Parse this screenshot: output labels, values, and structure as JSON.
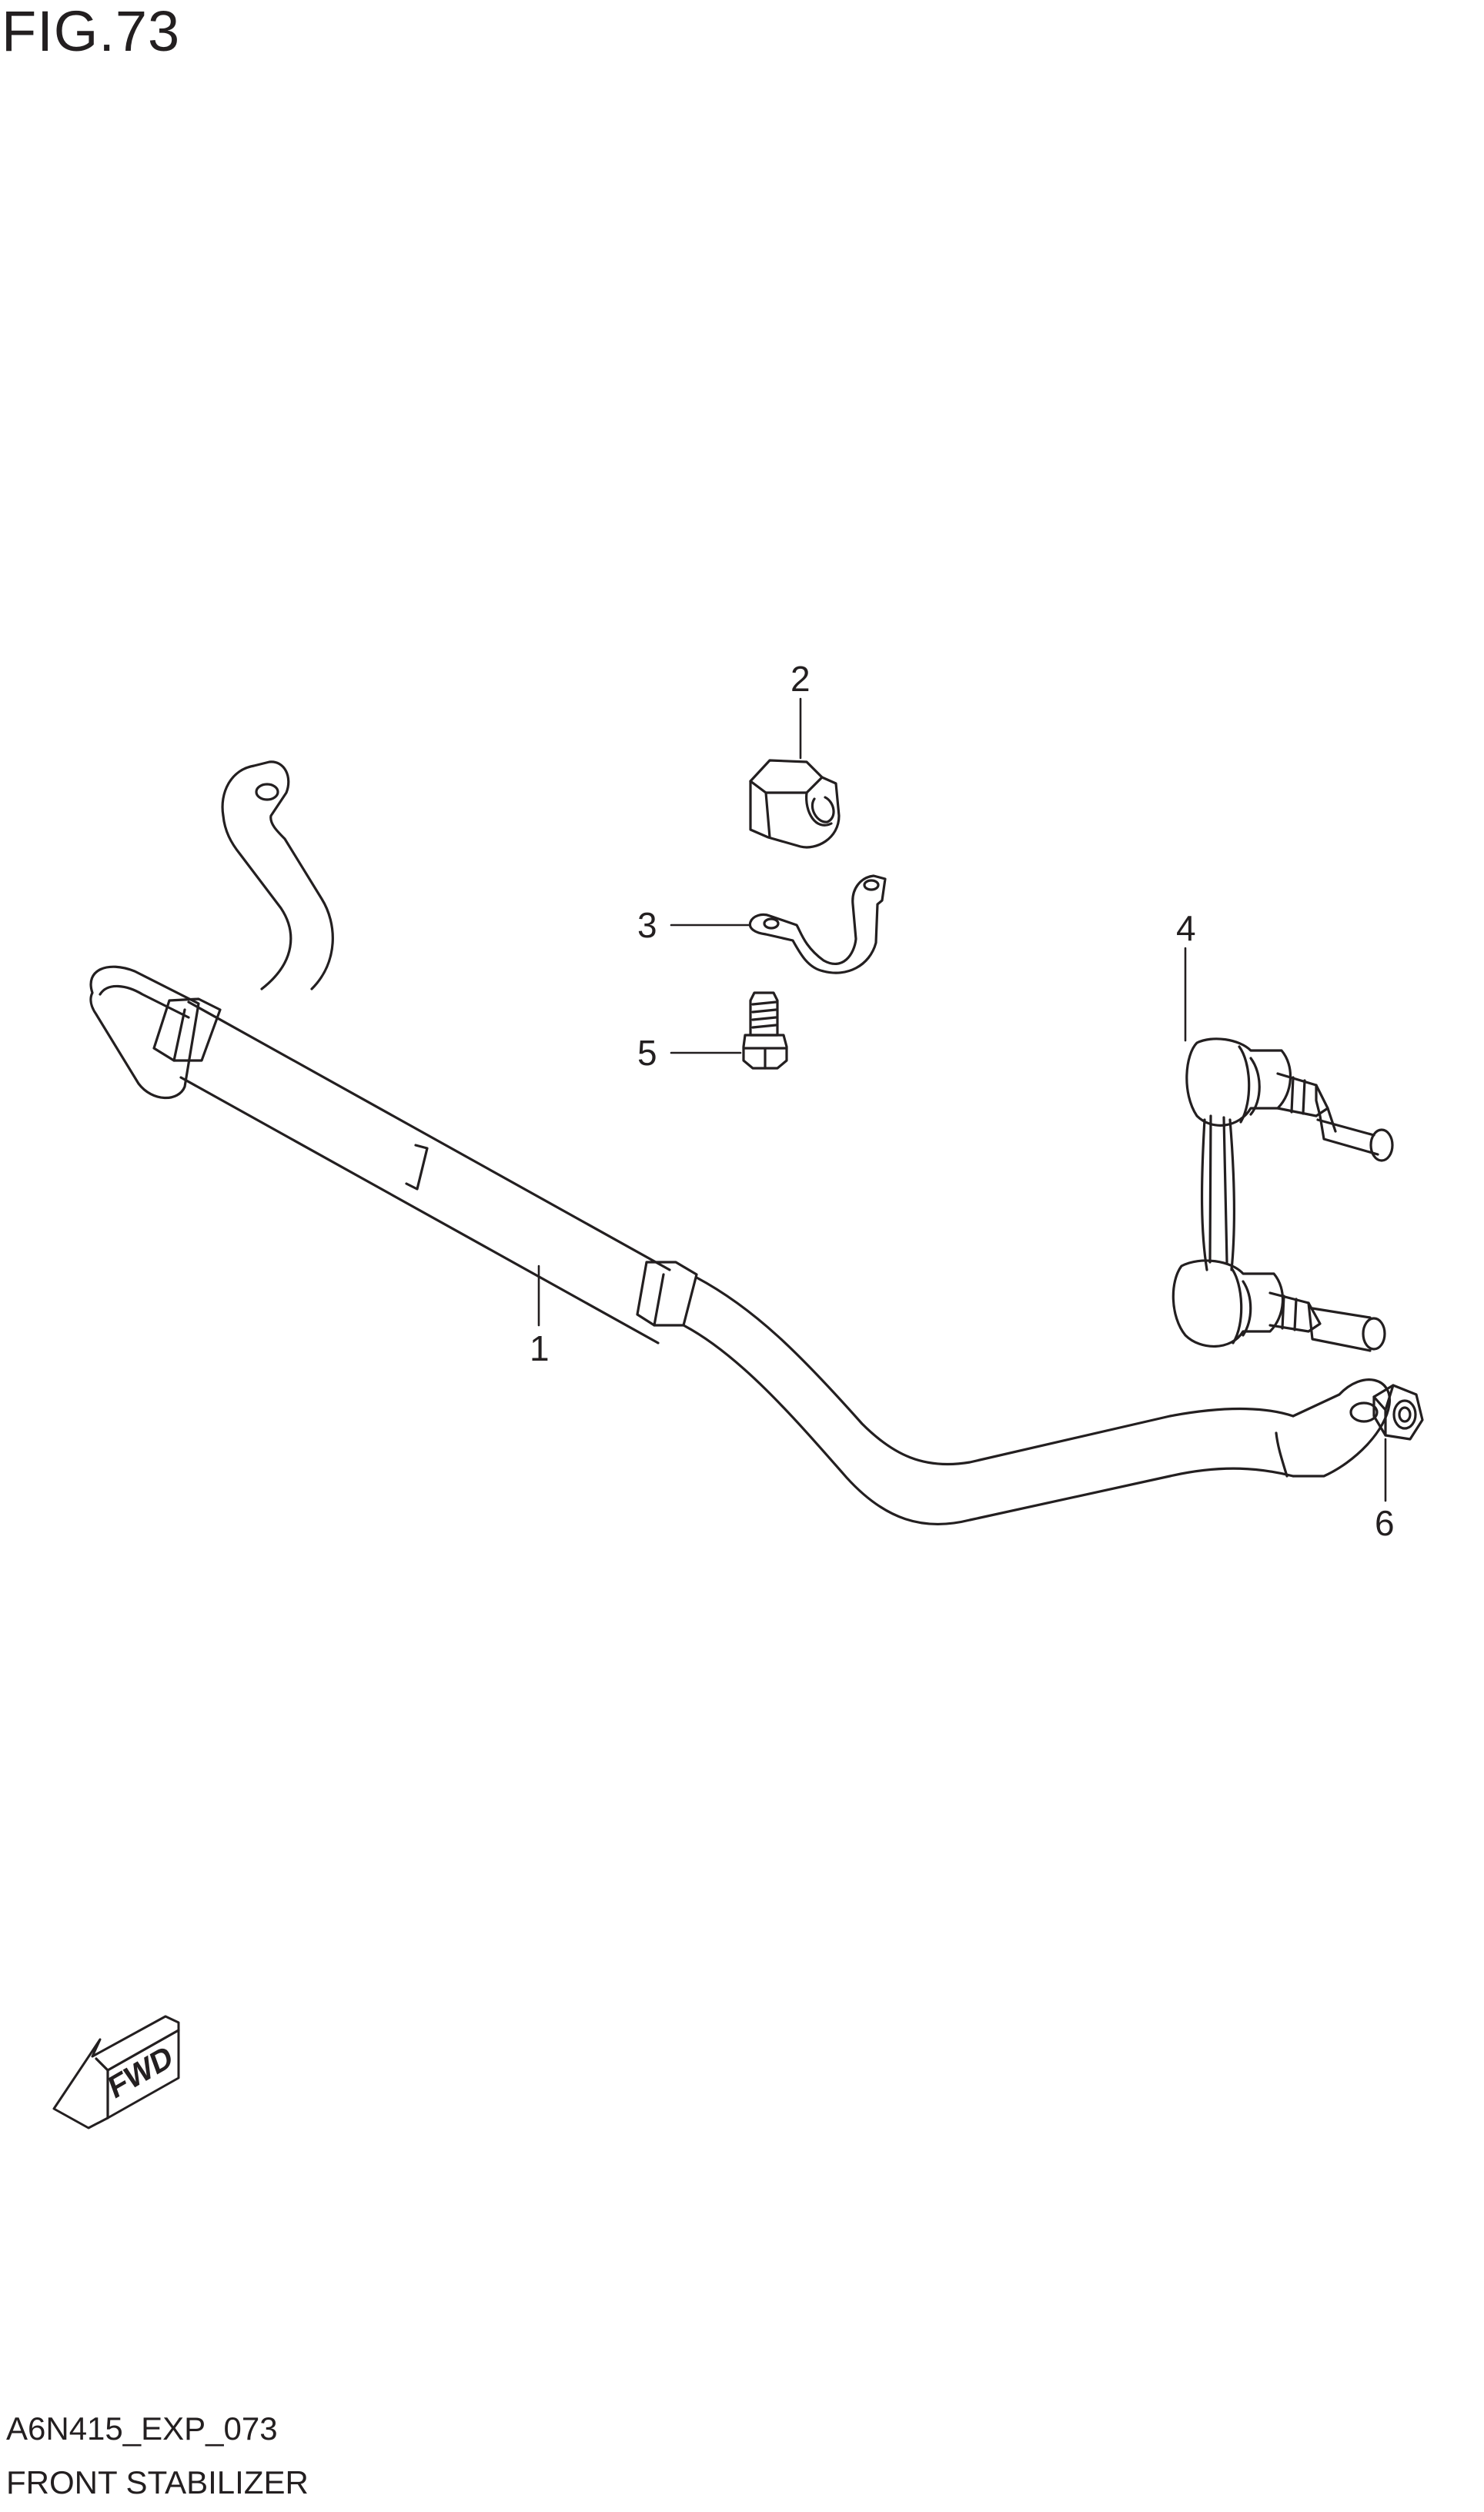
{
  "figure": {
    "title": "FIG.73"
  },
  "callouts": [
    {
      "id": "1",
      "label": "1"
    },
    {
      "id": "2",
      "label": "2"
    },
    {
      "id": "3",
      "label": "3"
    },
    {
      "id": "4",
      "label": "4"
    },
    {
      "id": "5",
      "label": "5"
    },
    {
      "id": "6",
      "label": "6"
    }
  ],
  "fwd_badge": {
    "text": "FWD"
  },
  "footer": {
    "code": "A6N415_EXP_073",
    "name": "FRONT STABILIZER"
  },
  "colors": {
    "line": "#231f20",
    "background": "#ffffff"
  }
}
